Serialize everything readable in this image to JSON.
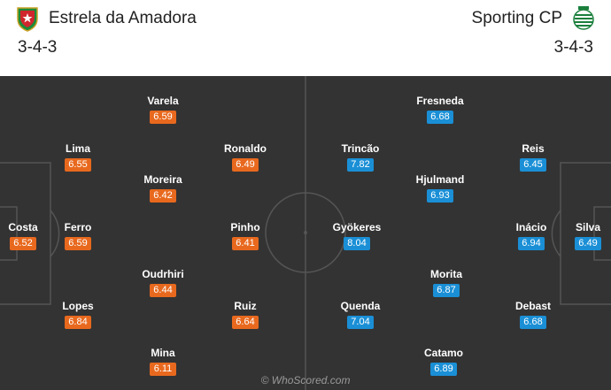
{
  "home": {
    "name": "Estrela da Amadora",
    "formation": "3-4-3",
    "rating_color": "#e8691e",
    "crest_icon": "estrela-crest-icon",
    "players": [
      {
        "name": "Costa",
        "rating": "6.52"
      },
      {
        "name": "Lima",
        "rating": "6.55"
      },
      {
        "name": "Ferro",
        "rating": "6.59"
      },
      {
        "name": "Lopes",
        "rating": "6.84"
      },
      {
        "name": "Varela",
        "rating": "6.59"
      },
      {
        "name": "Moreira",
        "rating": "6.42"
      },
      {
        "name": "Oudrhiri",
        "rating": "6.44"
      },
      {
        "name": "Mina",
        "rating": "6.11"
      },
      {
        "name": "Ronaldo",
        "rating": "6.49"
      },
      {
        "name": "Pinho",
        "rating": "6.41"
      },
      {
        "name": "Ruiz",
        "rating": "6.64"
      }
    ]
  },
  "away": {
    "name": "Sporting CP",
    "formation": "3-4-3",
    "rating_color": "#1a8fd6",
    "crest_icon": "sporting-crest-icon",
    "players": [
      {
        "name": "Fresneda",
        "rating": "6.68"
      },
      {
        "name": "Trincão",
        "rating": "7.82"
      },
      {
        "name": "Hjulmand",
        "rating": "6.93"
      },
      {
        "name": "Gyökeres",
        "rating": "8.04"
      },
      {
        "name": "Morita",
        "rating": "6.87"
      },
      {
        "name": "Quenda",
        "rating": "7.04"
      },
      {
        "name": "Catamo",
        "rating": "6.89"
      },
      {
        "name": "Reis",
        "rating": "6.45"
      },
      {
        "name": "Inácio",
        "rating": "6.94"
      },
      {
        "name": "Debast",
        "rating": "6.68"
      },
      {
        "name": "Silva",
        "rating": "6.49"
      }
    ]
  },
  "watermark": "© WhoScored.com"
}
